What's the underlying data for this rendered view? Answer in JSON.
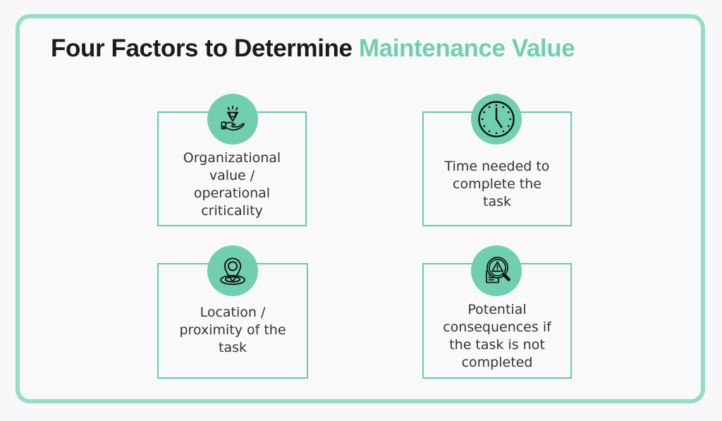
{
  "page": {
    "background_color": "#f8f8fa",
    "frame_color": "#92dfc1",
    "accent_color": "#6fcfae",
    "card_border_color": "#5ecfa6",
    "text_color": "#333333"
  },
  "title": {
    "full": "Four Factors to Determine Maintenance Value",
    "dark_part": "Four Factors to Determine ",
    "accent_part": "Maintenance Value"
  },
  "cards": [
    {
      "id": "organizational-value",
      "icon": "hand-holding-diamond-icon",
      "text": "Organizational\nvalue /\noperational\ncriticality"
    },
    {
      "id": "time-needed",
      "icon": "clock-icon",
      "text": "Time needed to\ncomplete the\ntask"
    },
    {
      "id": "location-proximity",
      "icon": "map-pin-icon",
      "text": "Location /\nproximity of the\ntask"
    },
    {
      "id": "potential-consequences",
      "icon": "magnifier-warning-document-icon",
      "text": "Potential\nconsequences if\nthe task is not\ncompleted"
    }
  ]
}
